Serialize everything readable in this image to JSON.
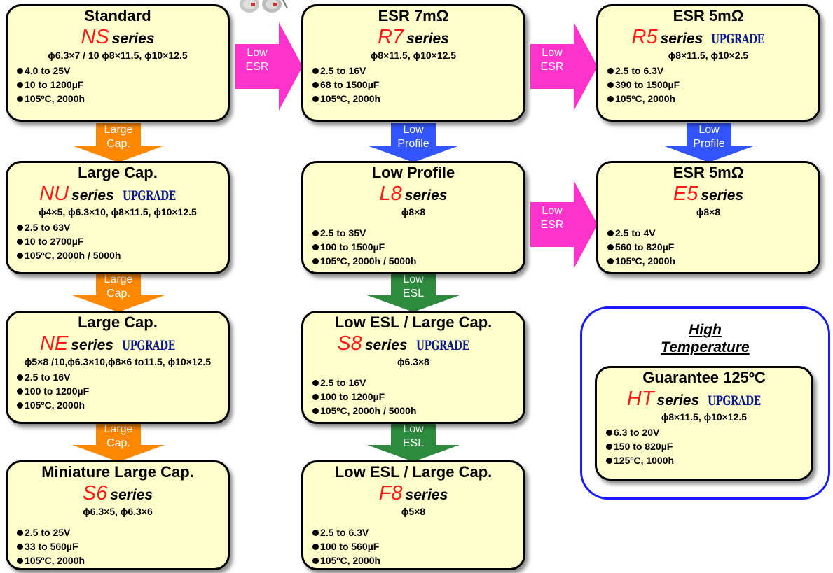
{
  "upgrade_label": "UPGRADE",
  "series_word": "series",
  "colors": {
    "card_bg": "#ffffcc",
    "series_name": "#ff1a1a",
    "upgrade": "#0a1a8a",
    "low_esr_arrow": "#ff33cc",
    "low_profile_arrow": "#3355ff",
    "large_cap_arrow": "#ff8800",
    "low_esl_arrow": "#2e8b3e",
    "high_temp_border": "#1a1aff"
  },
  "cards": {
    "ns": {
      "title": "Standard",
      "series": "NS",
      "upgrade": false,
      "size": "ϕ6.3×7 / 10 ϕ8×11.5, ϕ10×12.5",
      "specs": [
        "4.0 to 25V",
        "10 to 1200µF",
        "105ºC, 2000h"
      ]
    },
    "r7": {
      "title": "ESR 7mΩ",
      "series": "R7",
      "upgrade": false,
      "size": "ϕ8×11.5, ϕ10×12.5",
      "specs": [
        "2.5 to 16V",
        "68 to 1500µF",
        "105ºC, 2000h"
      ]
    },
    "r5": {
      "title": "ESR 5mΩ",
      "series": "R5",
      "upgrade": true,
      "size": "ϕ8×11.5, ϕ10×2.5",
      "specs": [
        "2.5 to 6.3V",
        "390 to 1500µF",
        "105ºC, 2000h"
      ]
    },
    "nu": {
      "title": "Large Cap.",
      "series": "NU",
      "upgrade": true,
      "size": "ϕ4×5, ϕ6.3×10, ϕ8×11.5, ϕ10×12.5",
      "specs": [
        "2.5 to 63V",
        "10 to 2700µF",
        "105ºC, 2000h / 5000h"
      ]
    },
    "l8": {
      "title": "Low Profile",
      "series": "L8",
      "upgrade": false,
      "size": "ϕ8×8",
      "specs": [
        "2.5 to 35V",
        "100 to 1500µF",
        "105ºC, 2000h / 5000h"
      ]
    },
    "e5": {
      "title": "ESR 5mΩ",
      "series": "E5",
      "upgrade": false,
      "size": "ϕ8×8",
      "specs": [
        "2.5 to 4V",
        "560 to 820µF",
        "105ºC, 2000h"
      ]
    },
    "ne": {
      "title": "Large Cap.",
      "series": "NE",
      "upgrade": true,
      "size": "ϕ5×8 /10,ϕ6.3×10,ϕ8×6 to11.5, ϕ10×12.5",
      "specs": [
        "2.5 to 16V",
        "100 to 1200µF",
        "105ºC, 2000h"
      ]
    },
    "s8": {
      "title": "Low ESL / Large Cap.",
      "series": "S8",
      "upgrade": true,
      "size": "ϕ6.3×8",
      "specs": [
        "2.5 to 16V",
        "100 to 1200µF",
        "105ºC, 2000h / 5000h"
      ]
    },
    "s6": {
      "title": "Miniature Large Cap.",
      "series": "S6",
      "upgrade": false,
      "size": "ϕ6.3×5, ϕ6.3×6",
      "specs": [
        "2.5 to 25V",
        "33 to 560µF",
        "105ºC, 2000h"
      ]
    },
    "f8": {
      "title": "Low ESL / Large Cap.",
      "series": "F8",
      "upgrade": false,
      "size": "ϕ5×8",
      "specs": [
        "2.5 to 6.3V",
        "100 to 560µF",
        "105ºC, 2000h"
      ]
    },
    "ht": {
      "title": "Guarantee 125ºC",
      "series": "HT",
      "upgrade": true,
      "size": "ϕ8×11.5, ϕ10×12.5",
      "specs": [
        "6.3 to 20V",
        "150 to 820µF",
        "125ºC, 1000h"
      ]
    }
  },
  "arrows": {
    "ns_r7": [
      "Low",
      "ESR"
    ],
    "r7_r5": [
      "Low",
      "ESR"
    ],
    "l8_e5": [
      "Low",
      "ESR"
    ],
    "ns_nu": [
      "Large",
      "Cap."
    ],
    "nu_ne": [
      "Large",
      "Cap."
    ],
    "ne_s6": [
      "Large",
      "Cap."
    ],
    "r7_l8": [
      "Low",
      "Profile"
    ],
    "r5_e5": [
      "Low",
      "Profile"
    ],
    "l8_s8": [
      "Low",
      "ESL"
    ],
    "s8_f8": [
      "Low",
      "ESL"
    ]
  },
  "high_temperature": {
    "line1": "High",
    "line2": "Temperature"
  }
}
